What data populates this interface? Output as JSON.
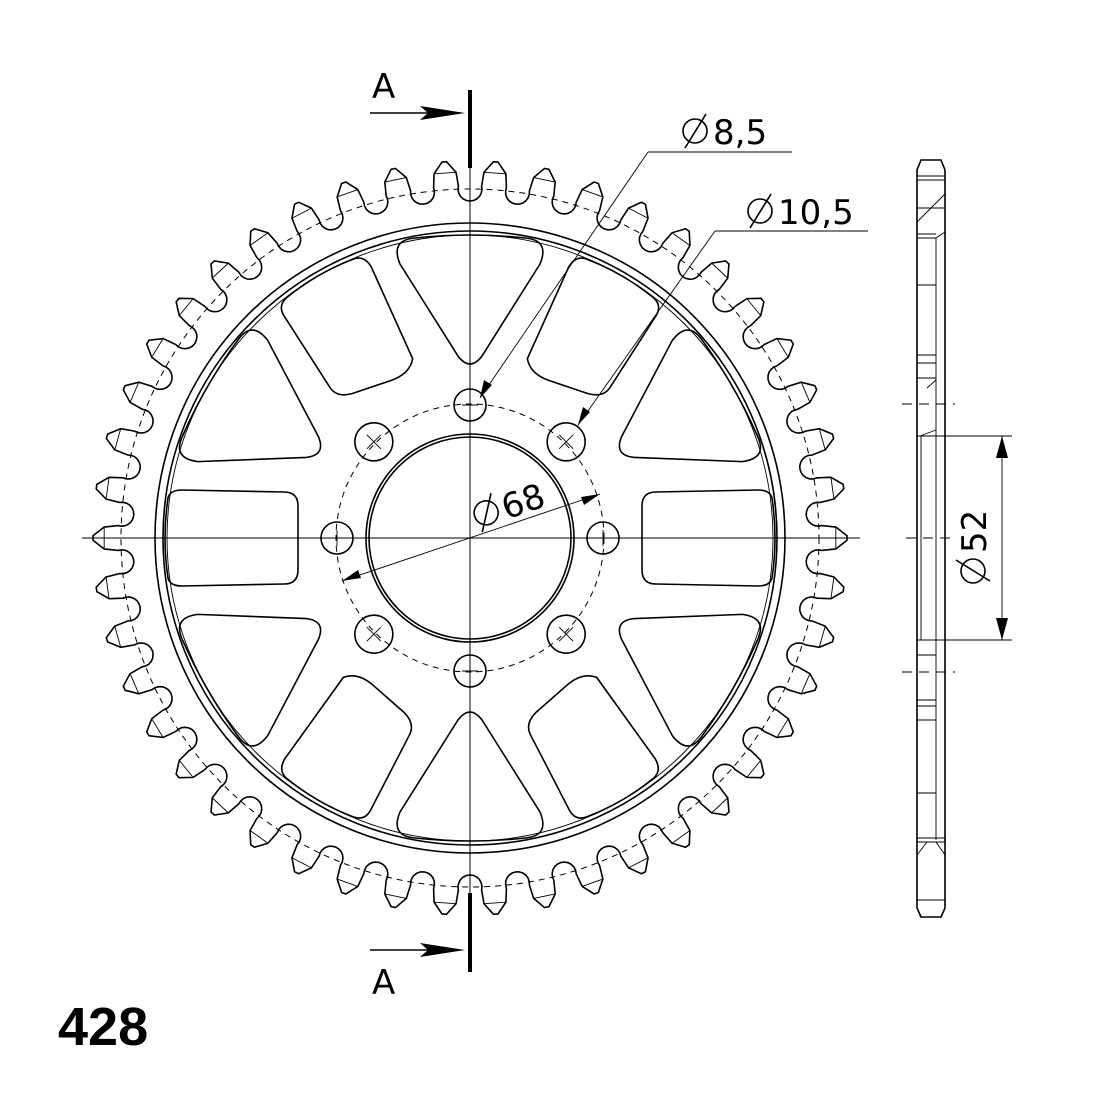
{
  "drawing": {
    "chain_pitch_code": "428",
    "section_label_top": "A",
    "section_label_bottom": "A",
    "dim_small_hole": "8,5",
    "dim_large_hole": "10,5",
    "dim_bolt_circle": "68",
    "dim_center_bore": "52",
    "tooth_count": 46,
    "diameter_symbol": "diameter-symbol-icon",
    "line_color": "#000000",
    "background_color": "#ffffff"
  }
}
